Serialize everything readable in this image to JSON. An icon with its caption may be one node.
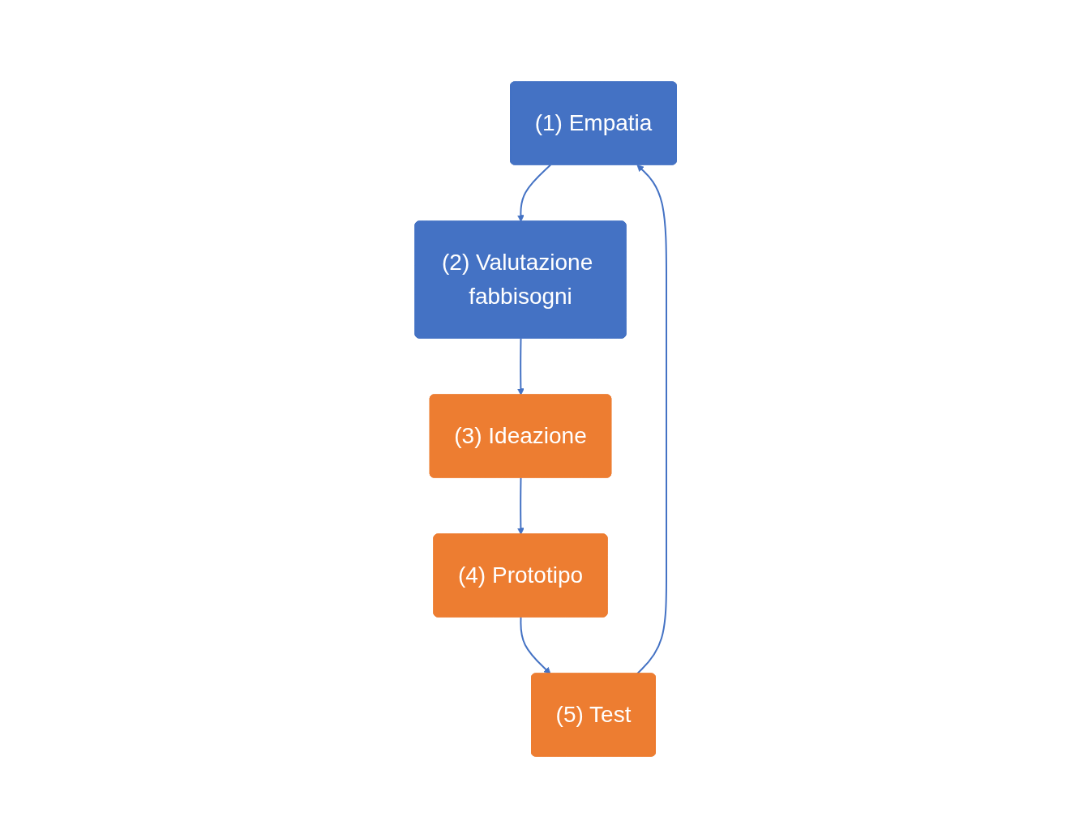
{
  "diagram": {
    "nodes": [
      {
        "text": [
          "(1) Empatia"
        ]
      },
      {
        "text": [
          "(2) Valutazione fabbisogni"
        ]
      },
      {
        "text": [
          "(3) Ideazione"
        ]
      },
      {
        "text": [
          "(4) Prototipo"
        ]
      },
      {
        "text": [
          "(5) Test"
        ]
      }
    ],
    "edges": [
      {
        "from": 0,
        "to": 1,
        "arrow": "to"
      },
      {
        "from": 1,
        "to": 2,
        "arrow": "to"
      },
      {
        "from": 2,
        "to": 3,
        "arrow": "to"
      },
      {
        "from": 3,
        "to": 4,
        "arrow": "to"
      },
      {
        "from": 4,
        "to": 0,
        "arrow": "to"
      }
    ]
  }
}
